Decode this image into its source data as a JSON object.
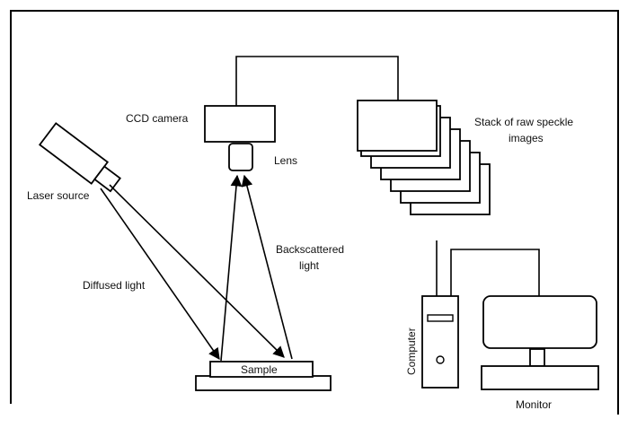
{
  "labels": {
    "ccd_camera": "CCD camera",
    "lens": "Lens",
    "laser_source": "Laser source",
    "diffused_light": "Diffused light",
    "backscattered_line1": "Backscattered",
    "backscattered_line2": "light",
    "sample": "Sample",
    "stack_line1": "Stack of raw speckle",
    "stack_line2": "images",
    "computer": "Computer",
    "monitor": "Monitor"
  },
  "colors": {
    "line": "#000000",
    "background": "#ffffff"
  }
}
